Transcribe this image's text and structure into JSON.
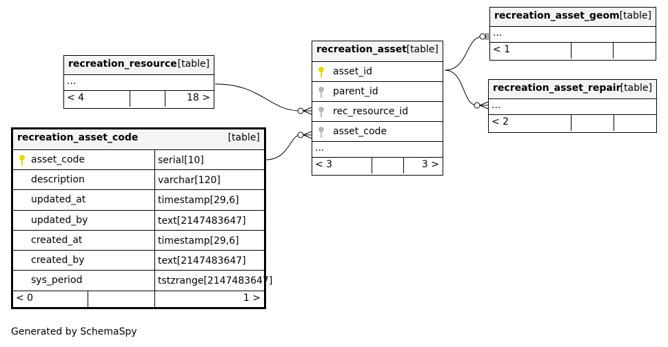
{
  "diagram": {
    "tables": {
      "resource": {
        "name": "recreation_resource",
        "kind": "[table]",
        "ellipsis": "...",
        "parents": "< 4",
        "children": "18 >"
      },
      "asset": {
        "name": "recreation_asset",
        "kind": "[table]",
        "columns": [
          {
            "name": "asset_id",
            "key": "primary"
          },
          {
            "name": "parent_id",
            "key": "foreign"
          },
          {
            "name": "rec_resource_id",
            "key": "foreign"
          },
          {
            "name": "asset_code",
            "key": "foreign"
          }
        ],
        "ellipsis": "...",
        "parents": "< 3",
        "children": "3 >"
      },
      "code": {
        "name": "recreation_asset_code",
        "kind": "[table]",
        "columns": [
          {
            "name": "asset_code",
            "type": "serial[10]",
            "key": "primary"
          },
          {
            "name": "description",
            "type": "varchar[120]"
          },
          {
            "name": "updated_at",
            "type": "timestamp[29,6]"
          },
          {
            "name": "updated_by",
            "type": "text[2147483647]"
          },
          {
            "name": "created_at",
            "type": "timestamp[29,6]"
          },
          {
            "name": "created_by",
            "type": "text[2147483647]"
          },
          {
            "name": "sys_period",
            "type": "tstzrange[2147483647]"
          }
        ],
        "parents": "< 0",
        "children": "1 >"
      },
      "geom": {
        "name": "recreation_asset_geom",
        "kind": "[table]",
        "ellipsis": "...",
        "parents": "< 1"
      },
      "repair": {
        "name": "recreation_asset_repair",
        "kind": "[table]",
        "ellipsis": "...",
        "parents": "< 2"
      }
    },
    "footer": "Generated by SchemaSpy",
    "colors": {
      "primary_key": "#e6d800",
      "foreign_key": "#b8b8b8",
      "header_bg": "#f4f4f4"
    }
  }
}
